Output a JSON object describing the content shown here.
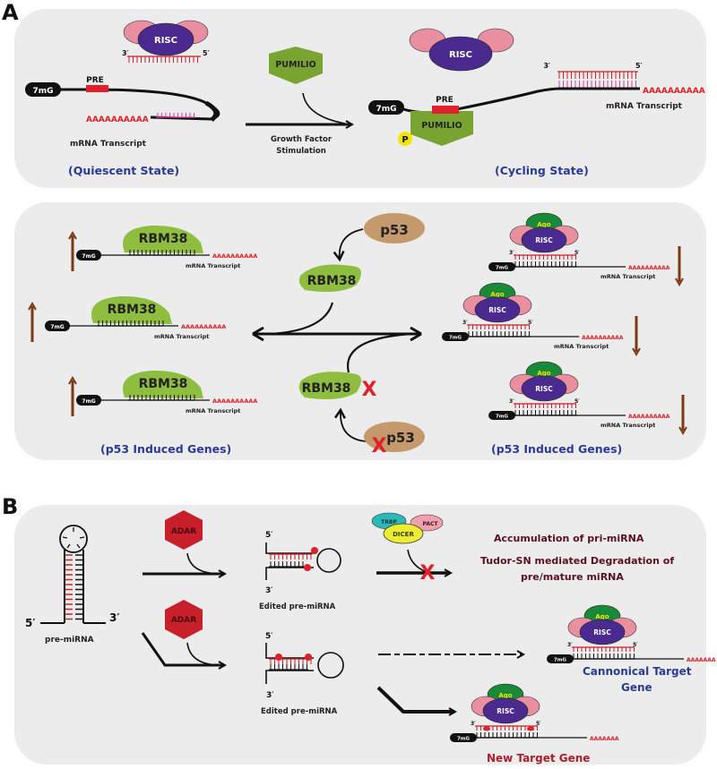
{
  "panel_labels": {
    "a": "A",
    "b": "B"
  },
  "colors": {
    "panel_bg": "#ececec",
    "risc": "#4b2a8f",
    "risc_ears": "#e98fa0",
    "ago": "#1a8a3a",
    "ago_text": "#f2e600",
    "pumilio": "#7aa432",
    "rbm38": "#8fbd3f",
    "p53": "#c49a6c",
    "adar": "#c8202a",
    "red": "#e0202a",
    "magenta": "#d63fa8",
    "blue_text": "#2b3a97",
    "dark_red_text": "#5a1020",
    "new_target_text": "#a8202a",
    "brown_arrow": "#7a3a12",
    "trbp": "#2bb8b8",
    "pact": "#f2a0b0",
    "dicer": "#ecec30",
    "phospho": "#f5e400"
  },
  "panel_a_top": {
    "risc_label": "RISC",
    "three_prime": "3′",
    "five_prime": "5′",
    "cap": "7mG",
    "pre": "PRE",
    "polyA": "AAAAAAAAAA",
    "transcript": "mRNA Transcript",
    "quiescent": "(Quiescent State)",
    "pumilio": "PUMILIO",
    "stimulus_line1": "Growth Factor",
    "stimulus_line2": "Stimulation",
    "phospho": "P",
    "cycling": "(Cycling State)"
  },
  "panel_a_bottom": {
    "rbm38": "RBM38",
    "cap": "7mG",
    "polyA": "AAAAAAAAAA",
    "transcript": "mRNA Transcript",
    "p53": "p53",
    "x_mark": "X",
    "ago": "Ago",
    "risc": "RISC",
    "three_prime": "3′",
    "five_prime": "5′",
    "left_caption": "(p53 Induced Genes)",
    "right_caption": "(p53 Induced Genes)"
  },
  "panel_b": {
    "five_prime": "5′",
    "three_prime": "3′",
    "pre_mirna": "pre-miRNA",
    "adar": "ADAR",
    "edited": "Edited pre-miRNA",
    "trbp": "TRBP",
    "pact": "PACT",
    "dicer": "DICER",
    "x_mark": "X",
    "outcome1": "Accumulation of pri-miRNA",
    "outcome2_line1": "Tudor-SN mediated Degradation of",
    "outcome2_line2": "pre/mature miRNA",
    "ago": "Ago",
    "risc": "RISC",
    "cap": "7mG",
    "polyA": "AAAAAAA",
    "canonical_line1": "Cannonical Target",
    "canonical_line2": "Gene",
    "new_target": "New Target Gene"
  }
}
